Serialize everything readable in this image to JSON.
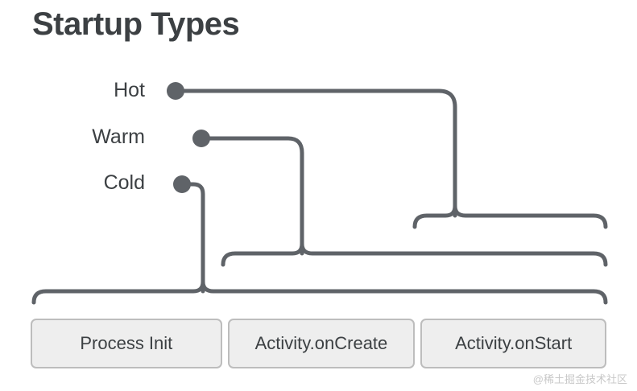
{
  "title": "Startup Types",
  "rows": [
    {
      "id": "hot",
      "label": "Hot"
    },
    {
      "id": "warm",
      "label": "Warm"
    },
    {
      "id": "cold",
      "label": "Cold"
    }
  ],
  "stages": [
    {
      "id": "process-init",
      "label": "Process Init"
    },
    {
      "id": "on-create",
      "label": "Activity.onCreate"
    },
    {
      "id": "on-start",
      "label": "Activity.onStart"
    }
  ],
  "watermark": "@稀土掘金技术社区",
  "colors": {
    "line": "#5f6368",
    "text": "#3c4043",
    "box_fill": "#eeeeee",
    "box_border": "#bdbdbd",
    "watermark": "#c8c8c8"
  }
}
